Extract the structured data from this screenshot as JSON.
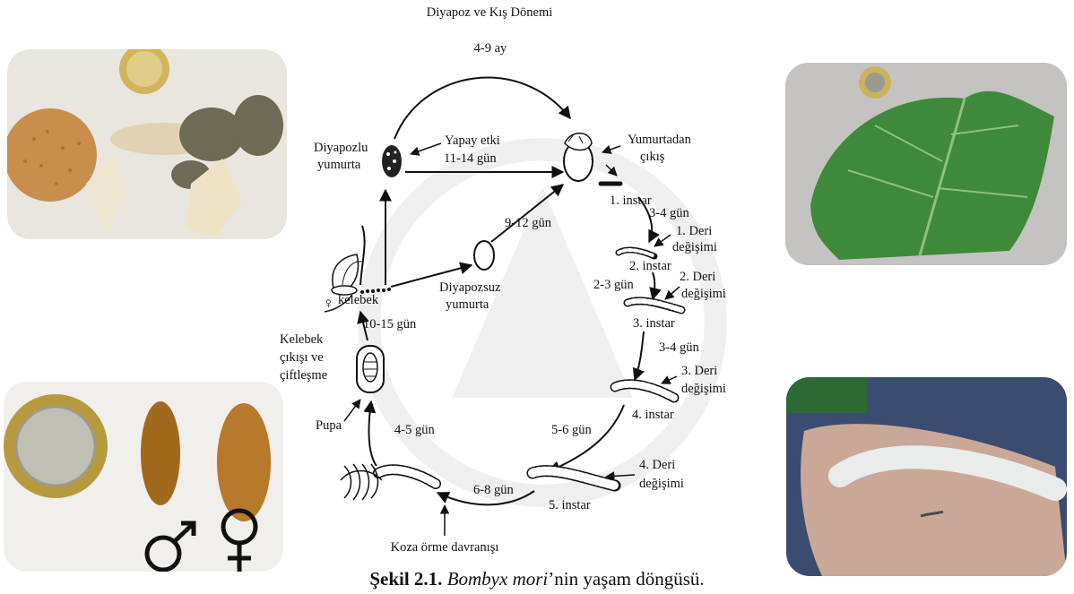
{
  "title_top": "Diyapoz ve Kış Dönemi",
  "duration_top": "4-9 ay",
  "labels": {
    "diyapozlu_1": "Diyapozlu",
    "diyapozlu_2": "yumurta",
    "yapay_etki": "Yapay etki",
    "d_11_14": "11-14 gün",
    "yumurtadan_1": "Yumurtadan",
    "yumurtadan_2": "çıkış",
    "instar1": "1. instar",
    "d_3_4_a": "3-4 gün",
    "deri1_1": "1. Deri",
    "deri1_2": "değişimi",
    "instar2": "2. instar",
    "deri2_1": "2. Deri",
    "deri2_2": "değişimi",
    "d_2_3": "2-3 gün",
    "instar3": "3. instar",
    "d_3_4_b": "3-4 gün",
    "deri3_1": "3. Deri",
    "deri3_2": "değişimi",
    "instar4": "4. instar",
    "d_5_6": "5-6 gün",
    "deri4_1": "4. Deri",
    "deri4_2": "değişimi",
    "instar5": "5. instar",
    "d_6_8": "6-8 gün",
    "koza": "Koza örme davranışı",
    "d_4_5": "4-5 gün",
    "pupa": "Pupa",
    "kelebek_cikisi_1": "Kelebek",
    "kelebek_cikisi_2": "çıkışı ve",
    "kelebek_cikisi_3": "çiftleşme",
    "d_10_15": "10-15 gün",
    "kelebek": "kelebek",
    "female_symbol": "♀",
    "d_9_12": "9-12 gün",
    "diyapozsuz_1": "Diyapozsuz",
    "diyapozsuz_2": "yumurta"
  },
  "caption": {
    "bold": "Şekil 2.1.",
    "italic": "Bombyx mori",
    "rest": "’nin yaşam döngüsü."
  }
}
